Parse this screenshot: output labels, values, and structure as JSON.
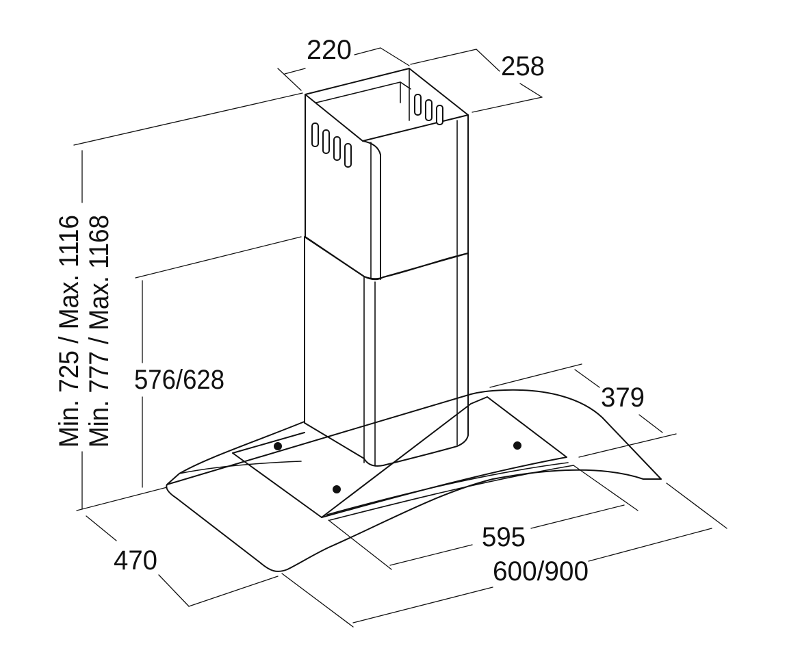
{
  "diagram": {
    "dimensions": {
      "chimney_width": "220",
      "chimney_depth": "258",
      "total_height": "Min. 725 / Max. 1116",
      "total_height_alt": "Min. 777 / Max. 1168",
      "lower_chimney_height": "576/628",
      "glass_depth": "379",
      "hood_depth": "470",
      "body_width": "595",
      "glass_width": "600/900"
    }
  }
}
